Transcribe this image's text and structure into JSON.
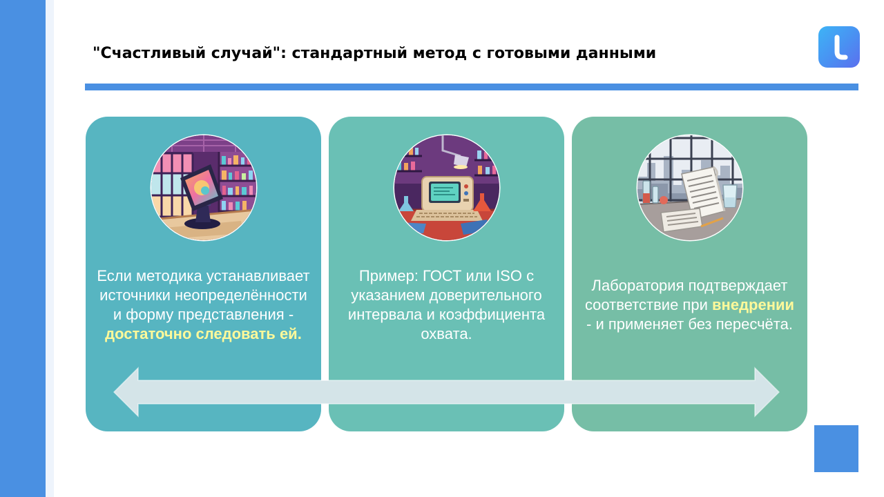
{
  "slide": {
    "title": "\"Счастливый случай\": стандартный метод с готовыми данными"
  },
  "logo": {
    "icon": "brand-logo-icon"
  },
  "colors": {
    "accent": "#4A90E2",
    "card_1": "#57B5C1",
    "card_2": "#6AC0B5",
    "card_3": "#76BEA6",
    "arrow": "#D4E4E8",
    "highlight": "#FFF99A",
    "card_text": "#FFFFFF",
    "title": "#000000"
  },
  "cards": [
    {
      "lines": [
        "Если методика устанавливает",
        "источники неопределённости",
        "и форму представления -"
      ],
      "highlight": "достаточно следовать ей."
    },
    {
      "lines": [
        "Пример: ГОСТ или ISO с",
        "указанием доверительного",
        "интервала и коэффициента",
        "охвата."
      ]
    },
    {
      "lines": [
        "Лаборатория подтверждает",
        "соответствие при",
        "- и применяет без пересчёта."
      ],
      "highlight": "внедрении"
    }
  ]
}
